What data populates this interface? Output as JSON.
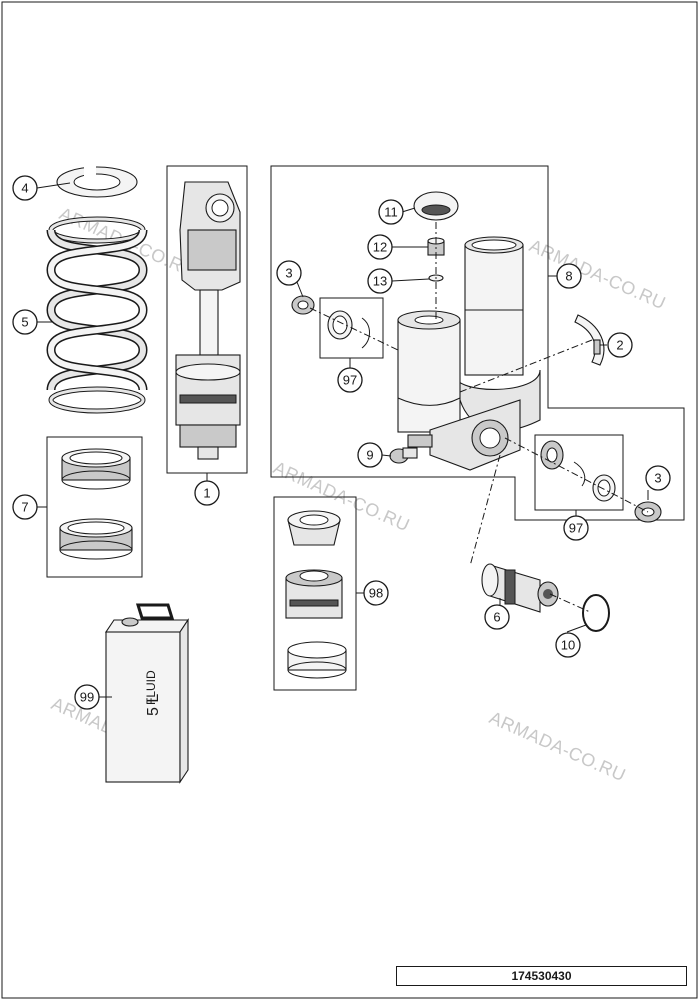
{
  "callouts": {
    "c1": "1",
    "c2": "2",
    "c3a": "3",
    "c3b": "3",
    "c4": "4",
    "c5": "5",
    "c6": "6",
    "c7": "7",
    "c8": "8",
    "c9": "9",
    "c10": "10",
    "c11": "11",
    "c12": "12",
    "c13": "13",
    "c97a": "97",
    "c97b": "97",
    "c98": "98",
    "c99": "99"
  },
  "watermark": "ARMADA-CO.RU",
  "fluid_can": {
    "label": "FLUID",
    "volume": "5 L"
  },
  "drawing_number": "174530430"
}
